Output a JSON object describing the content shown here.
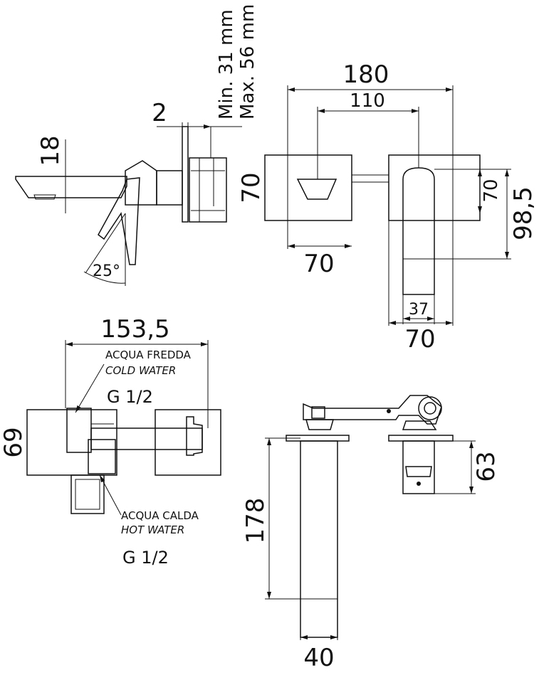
{
  "side_view": {
    "spout_height": "18",
    "plate_thickness": "2",
    "wall_min": "Min. 31 mm",
    "wall_max": "Max. 56 mm",
    "lever_angle": "25°"
  },
  "front_view": {
    "overall_width": "180",
    "center_distance": "110",
    "plate_height": "70",
    "left_plate_width": "70",
    "lever_height": "70",
    "total_height": "98,5",
    "lever_width": "37",
    "right_plate_width": "70"
  },
  "plan_view": {
    "depth": "153,5",
    "height": "69",
    "cold_label_it": "ACQUA FREDDA",
    "cold_label_en": "COLD WATER",
    "cold_thread": "G 1/2",
    "hot_label_it": "ACQUA CALDA",
    "hot_label_en": "HOT WATER",
    "hot_thread": "G 1/2"
  },
  "body_view": {
    "body_height": "178",
    "cartridge_height": "63",
    "body_width": "40"
  }
}
